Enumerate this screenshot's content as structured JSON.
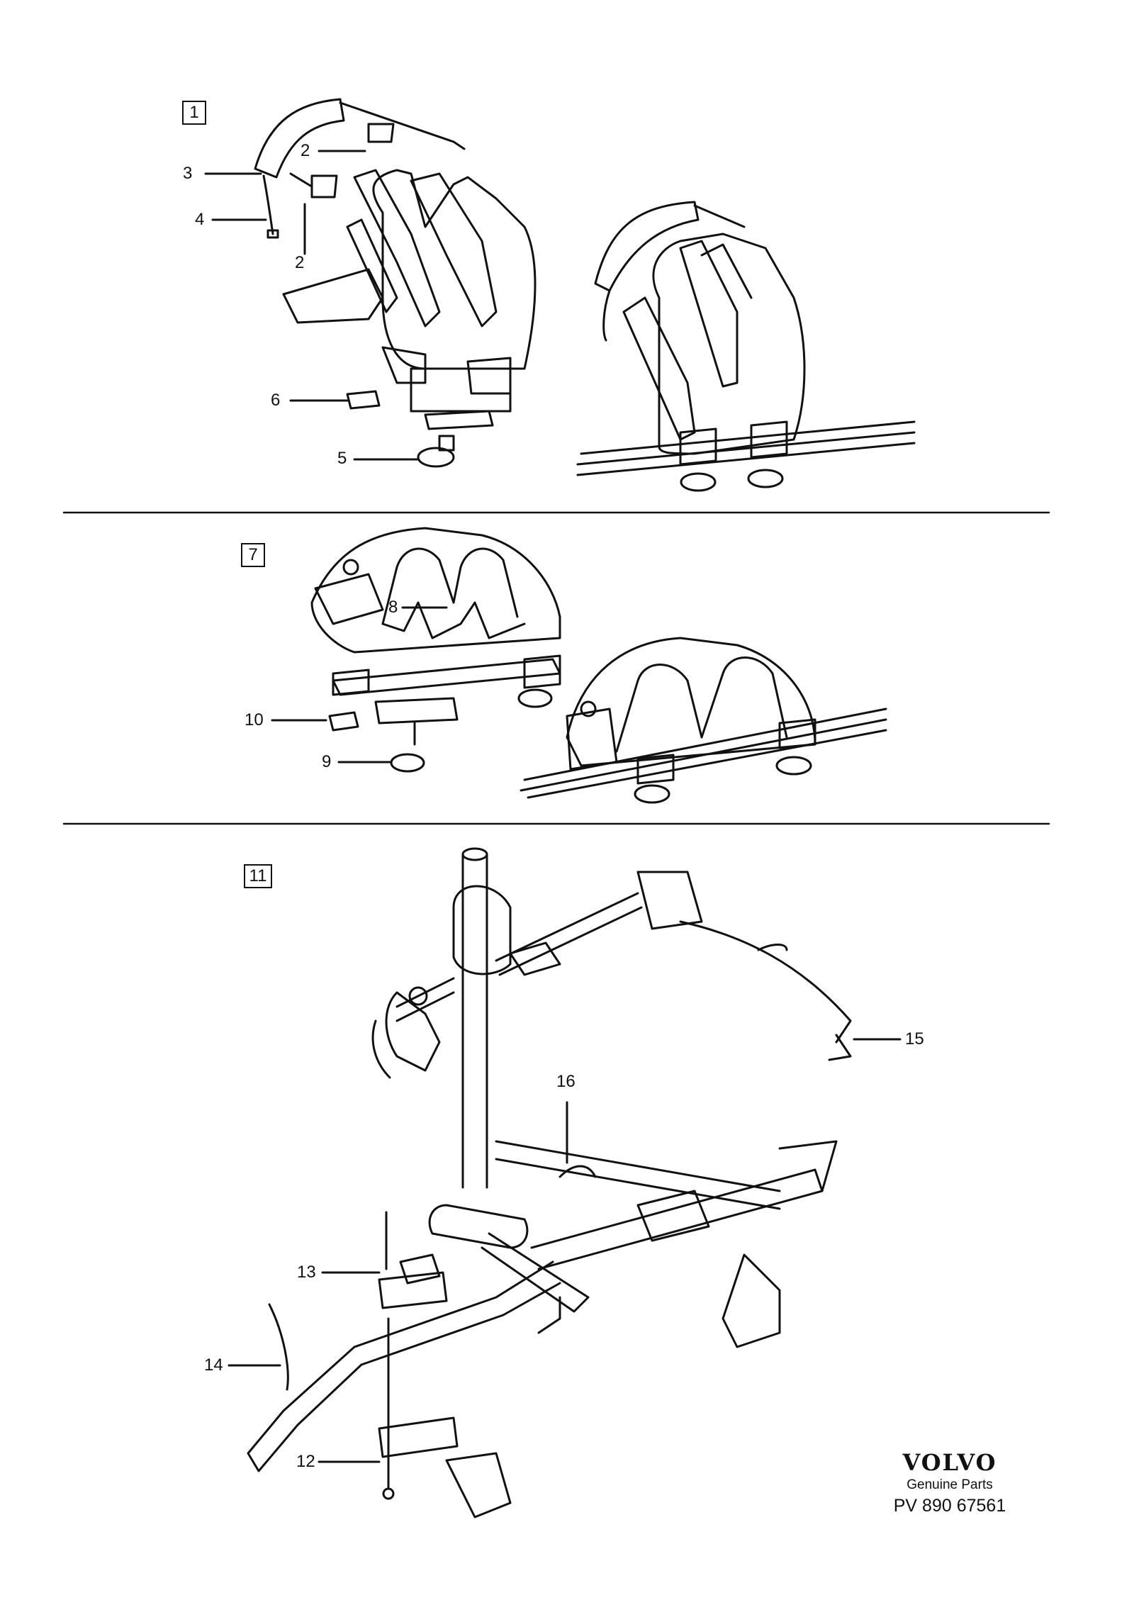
{
  "sections": [
    {
      "box_label": "1",
      "callouts": [
        "2",
        "3",
        "4",
        "2",
        "6",
        "5"
      ]
    },
    {
      "box_label": "7",
      "callouts": [
        "8",
        "10",
        "9"
      ]
    },
    {
      "box_label": "11",
      "callouts": [
        "15",
        "16",
        "13",
        "14",
        "12"
      ]
    }
  ],
  "footer": {
    "brand": "VOLVO",
    "tagline": "Genuine Parts",
    "doc_number": "PV 890 67561"
  }
}
